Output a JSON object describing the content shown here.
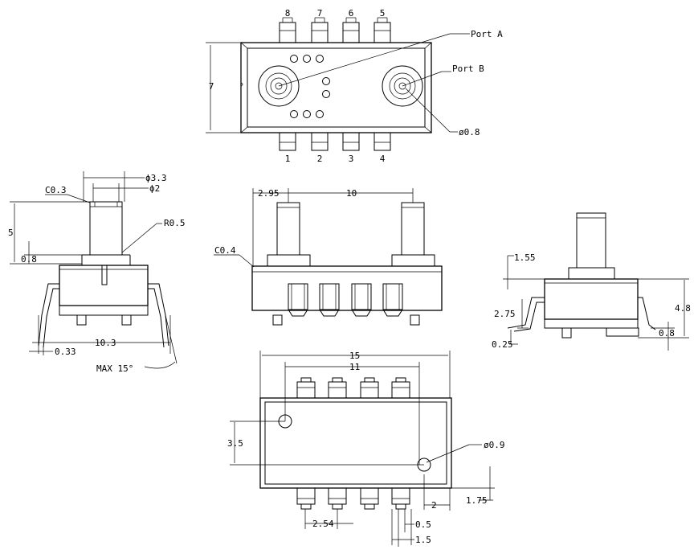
{
  "top_view": {
    "pins_top": [
      "8",
      "7",
      "6",
      "5"
    ],
    "pins_bottom": [
      "1",
      "2",
      "3",
      "4"
    ],
    "port_a": "Port A",
    "port_b": "Port B",
    "width_dim": "7",
    "hole_dia": "ø0.8"
  },
  "side_left": {
    "port_dia": "ϕ3.3",
    "inner_dia": "ϕ2",
    "chamfer": "C0.3",
    "radius": "R0.5",
    "port_height": "5",
    "step_height": "0.8",
    "lead_span": "10.3",
    "lead_offset": "0.33",
    "max_angle": "MAX 15°"
  },
  "front_view": {
    "port_offset": "2.95",
    "port_pitch": "10",
    "chamfer": "C0.4"
  },
  "side_right": {
    "collar_height": "1.55",
    "lead_height": "2.75",
    "total_height": "4.8",
    "lead_thickness": "0.25",
    "foot_height": "0.8"
  },
  "bottom_view": {
    "body_length": "15",
    "lead_span": "11",
    "hole_offset_y": "3.5",
    "hole_dia": "ø0.9",
    "edge_offset_x": "2",
    "edge_offset_y": "1.75",
    "pitch": "2.54",
    "lead_width": "0.5",
    "lead_pad": "1.5"
  }
}
